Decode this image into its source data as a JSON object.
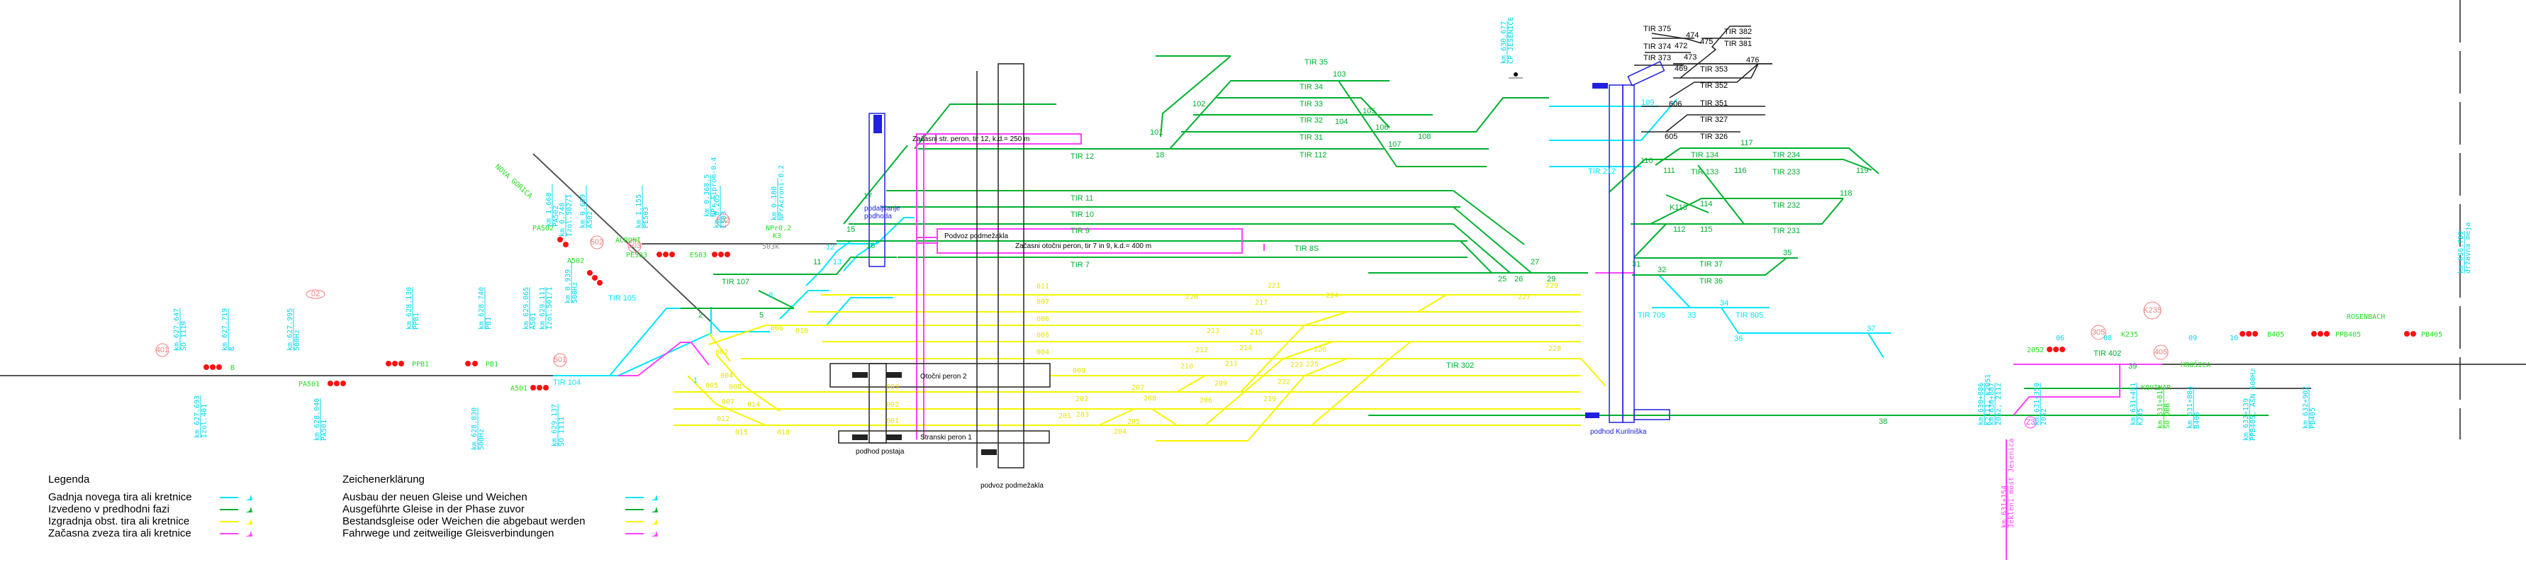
{
  "colors": {
    "new": "#00e5ff",
    "previous": "#00b030",
    "existing": "#f5f500",
    "temporary": "#ff40ff",
    "structure": "#2020e0",
    "signal": "#ff1010",
    "signal_label": "#20e020",
    "existing_line": "#444444",
    "km_text": "#00d8f0",
    "circle_mark": "#f08080"
  },
  "legend_sl": {
    "title": "Legenda",
    "items": [
      {
        "label": "Gadnja novega tira ali kretnice",
        "key": "new"
      },
      {
        "label": "Izvedeno v predhodni fazi",
        "key": "previous"
      },
      {
        "label": "Izgradnja obst. tira ali kretnice",
        "key": "existing"
      },
      {
        "label": "Začasna zveza tira ali kretnice",
        "key": "temporary"
      }
    ]
  },
  "legend_de": {
    "title": "Zeichenerklärung",
    "items": [
      {
        "label": "Ausbau der neuen Gleise und Weichen",
        "key": "new"
      },
      {
        "label": "Ausgeführte Gleise in der Phase zuvor",
        "key": "previous"
      },
      {
        "label": "Bestandsgleise oder Weichen die abgebaut werden",
        "key": "existing"
      },
      {
        "label": "Fahrwege und zeitweilige Gleisverbindungen",
        "key": "temporary"
      }
    ]
  },
  "platforms": {
    "temp_side": "Začasni str. peron, tir 12, k.d.= 250 m",
    "temp_island": "Začasni otočni peron, tir 7 in 9, k.d.= 400 m",
    "underpass_label": "Podvoz podmežakla",
    "island2": "Otočni peron 2",
    "side1": "Stranski peron 1",
    "podhod_postaja": "podhod postaja",
    "podvoz_podmezakla": "podvoz podmežakla",
    "podhod_kurilniska": "podhod Kurilniška",
    "podaljsanje": "podaljšanje",
    "podhoda": "podhoda"
  },
  "places": {
    "nova_gorica": "NOVA GORICA",
    "acroni": "ACRONI",
    "hrusica": "HRUŠICA",
    "kovinar": "KOVINAR",
    "rosenbach": "ROSENBACH"
  },
  "tracks_green": [
    "TIR 35",
    "TIR 34",
    "TIR 33",
    "TIR 32",
    "TIR 31",
    "TIR 112",
    "TIR 12",
    "TIR 11",
    "TIR 10",
    "TIR 9",
    "TIR 8S",
    "TIR 7",
    "TIR 107",
    "TIR 134",
    "TIR 133",
    "TIR 234",
    "TIR 233",
    "TIR 232",
    "TIR 231",
    "TIR 37",
    "TIR 36",
    "TIR 302",
    "TIR 402"
  ],
  "tracks_cyan": [
    "TIR 212",
    "TIR 105",
    "TIR 104",
    "TIR 705",
    "TIR 805"
  ],
  "tracks_black": [
    "TIR 375",
    "TIR 374",
    "TIR 373",
    "TIR 382",
    "TIR 381",
    "TIR 353",
    "TIR 352",
    "TIR 351",
    "TIR 327",
    "TIR 326"
  ],
  "switches_green": [
    "18",
    "101",
    "102",
    "103",
    "104",
    "105",
    "106",
    "107",
    "2",
    "5",
    "11",
    "15",
    "16",
    "17",
    "25",
    "26",
    "27",
    "29",
    "31",
    "32",
    "35",
    "38",
    "39",
    "110",
    "111",
    "112",
    "114",
    "115",
    "116",
    "117",
    "118",
    "119",
    "K113"
  ],
  "switches_cyan": [
    "1",
    "8",
    "12",
    "13",
    "33",
    "34",
    "36",
    "37",
    "108",
    "109"
  ],
  "switches_black": [
    "469",
    "472",
    "473",
    "474",
    "475",
    "476",
    "605",
    "606"
  ],
  "switches_yellow": [
    "002",
    "004",
    "005",
    "006",
    "007",
    "008",
    "010",
    "012",
    "014",
    "015",
    "018",
    "201",
    "202",
    "203",
    "204",
    "205",
    "206",
    "207",
    "208",
    "209",
    "210",
    "211",
    "212",
    "213",
    "214",
    "215",
    "217",
    "219",
    "220",
    "221",
    "222",
    "223",
    "224",
    "225",
    "226",
    "227",
    "228",
    "229"
  ],
  "yellow_track_labels": [
    "011",
    "007",
    "006",
    "005",
    "004",
    "009",
    "003",
    "002",
    "001"
  ],
  "signals": [
    "B",
    "PA501",
    "PPB1",
    "PB1",
    "A501",
    "PA502",
    "A502",
    "PE503",
    "E503",
    "NPr0.2",
    "K3",
    "2052",
    "K235",
    "B405",
    "PPB405",
    "PB405"
  ],
  "misc": {
    "k503": "503k"
  },
  "circle_marks": [
    "401",
    "02",
    "501",
    "502",
    "502",
    "503",
    "305",
    "K235",
    "405",
    "Z3"
  ],
  "km_labels": [
    {
      "km": "km 627.647",
      "info": "ŠO 1110"
    },
    {
      "km": "km 627.719",
      "info": "B"
    },
    {
      "km": "km 627.995",
      "info": "500Hz"
    },
    {
      "km": "km 627.693",
      "info": "Izol.401"
    },
    {
      "km": "km 628.040",
      "info": "PA501"
    },
    {
      "km": "km 628.130",
      "info": "PPB1"
    },
    {
      "km": "km 628.740",
      "info": "PB1"
    },
    {
      "km": "km 629.065",
      "info": "A501"
    },
    {
      "km": "km 629.111",
      "info": "Izol.501/1"
    },
    {
      "km": "km 628.830",
      "info": "500Hz"
    },
    {
      "km": "km 629.137",
      "info": "ŠO 1111"
    },
    {
      "km": "km 1.668",
      "info": "PA502"
    },
    {
      "km": "km 0.748",
      "info": "Izol.502/1"
    },
    {
      "km": "km 0.669",
      "info": "A502"
    },
    {
      "km": "km 0.939",
      "info": "500Hz"
    },
    {
      "km": "km 1.155",
      "info": "PE503"
    },
    {
      "km": "km 0.368.5",
      "info": "NPr Fiprom-0.4"
    },
    {
      "km": "km 0.265",
      "info": "E503"
    },
    {
      "km": "km 0.180",
      "info": "NPrAcroni-0.2"
    },
    {
      "km": "km 630.677",
      "info": "CP JESENICE"
    },
    {
      "km": "km 630+886",
      "info": "K2111, K2051"
    },
    {
      "km": "km 630+887",
      "info": "205z, 211z"
    },
    {
      "km": "km 631+154",
      "info": "Jekleni most Jesenica"
    },
    {
      "km": "km 631+350",
      "info": "2052"
    },
    {
      "km": "km 631+491",
      "info": "K235"
    },
    {
      "km": "km 631+819",
      "info": "ŠO ÖBB"
    },
    {
      "km": "km 631+884",
      "info": "B405"
    },
    {
      "km": "km 632+139",
      "info": "PPB405, ASN 500Hz"
    },
    {
      "km": "km 632+902",
      "info": "PB405"
    },
    {
      "km": "km 636.789",
      "info": "državna meja"
    }
  ],
  "balise_numbers": [
    "06",
    "08",
    "09",
    "10"
  ]
}
